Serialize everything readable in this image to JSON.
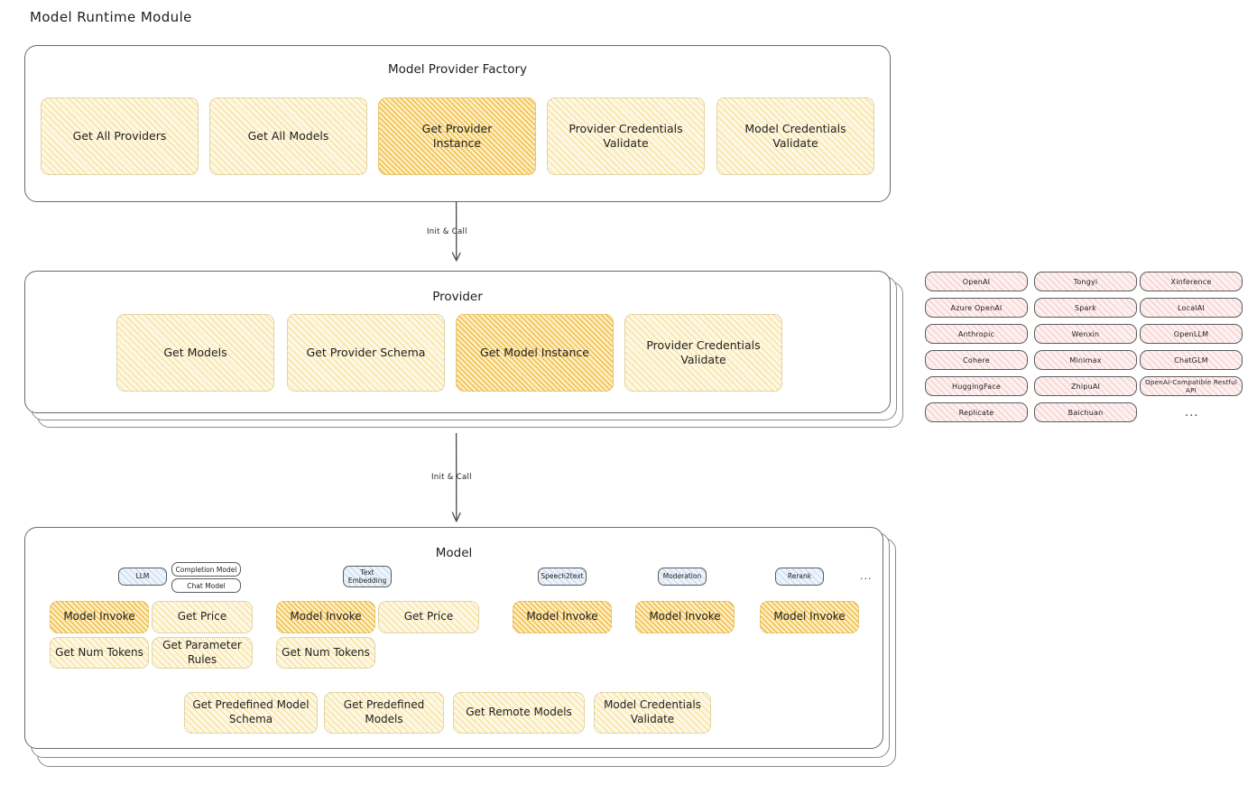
{
  "page": {
    "title": "Model Runtime Module"
  },
  "factory": {
    "title": "Model Provider Factory",
    "boxes": [
      {
        "label": "Get All Providers",
        "emphasis": "light"
      },
      {
        "label": "Get All Models",
        "emphasis": "light"
      },
      {
        "label": "Get Provider Instance",
        "emphasis": "strong"
      },
      {
        "label": "Provider Credentials Validate",
        "emphasis": "light"
      },
      {
        "label": "Model Credentials Validate",
        "emphasis": "light"
      }
    ]
  },
  "arrow1": {
    "label": "Init & Call"
  },
  "provider": {
    "title": "Provider",
    "boxes": [
      {
        "label": "Get Models",
        "emphasis": "light"
      },
      {
        "label": "Get Provider Schema",
        "emphasis": "light"
      },
      {
        "label": "Get Model Instance",
        "emphasis": "strong"
      },
      {
        "label": "Provider Credentials Validate",
        "emphasis": "light"
      }
    ]
  },
  "provider_list": {
    "columns": [
      [
        "OpenAI",
        "Azure OpenAI",
        "Anthropic",
        "Cohere",
        "HuggingFace",
        "Replicate"
      ],
      [
        "Tongyi",
        "Spark",
        "Wenxin",
        "Minimax",
        "ZhipuAI",
        "Baichuan"
      ],
      [
        "Xinference",
        "LocalAI",
        "OpenLLM",
        "ChatGLM",
        "OpenAI-Compatible Restful API"
      ]
    ],
    "more": "..."
  },
  "arrow2": {
    "label": "Init & Call"
  },
  "model": {
    "title": "Model",
    "more": "...",
    "types": [
      {
        "name": "LLM",
        "sub": [
          "Completion Model",
          "Chat Model"
        ],
        "methods": [
          {
            "label": "Model Invoke",
            "emphasis": "strong"
          },
          {
            "label": "Get Price",
            "emphasis": "light"
          },
          {
            "label": "Get Num Tokens",
            "emphasis": "light"
          },
          {
            "label": "Get Parameter Rules",
            "emphasis": "light"
          }
        ]
      },
      {
        "name": "Text Embedding",
        "sub": [],
        "methods": [
          {
            "label": "Model Invoke",
            "emphasis": "strong"
          },
          {
            "label": "Get Price",
            "emphasis": "light"
          },
          {
            "label": "Get Num Tokens",
            "emphasis": "light"
          }
        ]
      },
      {
        "name": "Speech2text",
        "sub": [],
        "methods": [
          {
            "label": "Model Invoke",
            "emphasis": "strong"
          }
        ]
      },
      {
        "name": "Moderation",
        "sub": [],
        "methods": [
          {
            "label": "Model Invoke",
            "emphasis": "strong"
          }
        ]
      },
      {
        "name": "Rerank",
        "sub": [],
        "methods": [
          {
            "label": "Model Invoke",
            "emphasis": "strong"
          }
        ]
      }
    ],
    "common": [
      "Get Predefined Model Schema",
      "Get Predefined Models",
      "Get Remote Models",
      "Model Credentials Validate"
    ]
  },
  "colors": {
    "fill_light": "#fdf7e3",
    "fill_strong": "#fdeec4",
    "hachure_yellow": "#f2c94c",
    "pink_fill": "#fdf0f0",
    "pink_hachure": "#eb8787",
    "blue_fill": "#eef4fb",
    "blue_hachure": "#6ea0d7",
    "stroke": "#1e1e1e",
    "panel_stroke": "#6b6b6b",
    "background": "#ffffff"
  }
}
